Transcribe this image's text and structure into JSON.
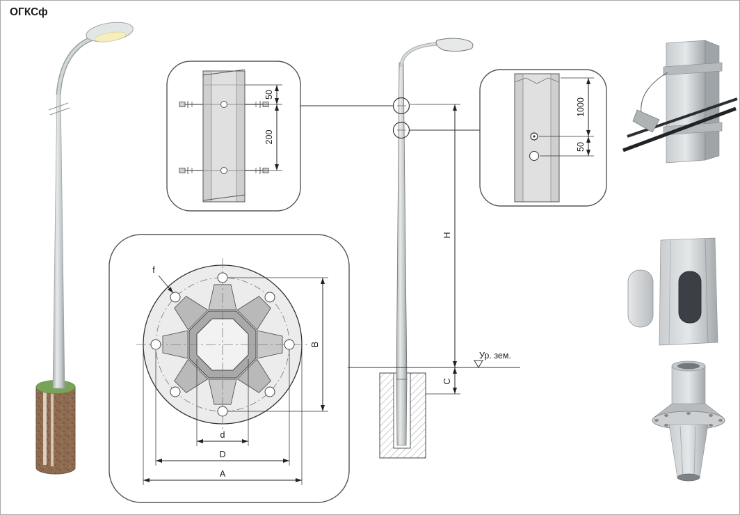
{
  "title": "ОГКСф",
  "detail_joint": {
    "dim_offset": "50",
    "dim_spacing": "200"
  },
  "detail_flange": {
    "dim_hole": "f",
    "dim_height": "B",
    "dim_inner": "d",
    "dim_bolt_circle": "D",
    "dim_outer": "A"
  },
  "elevation": {
    "dim_height": "H",
    "dim_embed": "C",
    "ground_level": "Ур. зем."
  },
  "detail_bracket": {
    "dim_top": "1000",
    "dim_bottom": "50"
  },
  "colors": {
    "pole": "#d3d6d7",
    "grass": "#79a457",
    "soil": "#8f6c51",
    "line": "#333333",
    "steel_dark": "#9ea4a7"
  }
}
